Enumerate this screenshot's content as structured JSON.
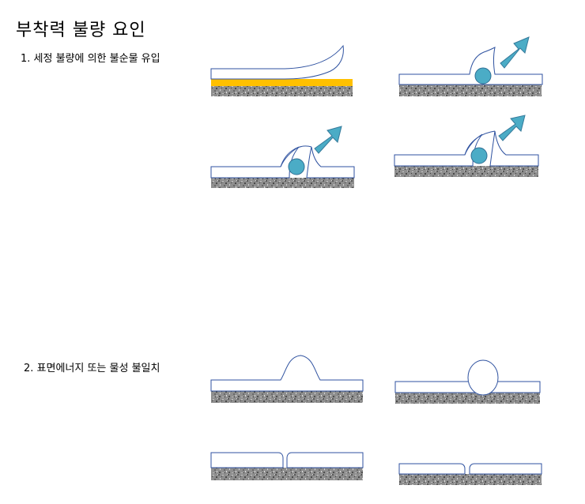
{
  "title": "부착력 불량 요인",
  "sections": [
    {
      "label": "1. 세정 불량에 의한 불순물 유입"
    },
    {
      "label": "2. 표면에너지 또는 물성 불일치"
    }
  ],
  "colors": {
    "film_stroke": "#2f52a0",
    "contaminant_layer": "#ffc000",
    "particle_fill": "#4bacc6",
    "particle_stroke": "#2f6f95",
    "arrow_fill": "#4bacc6",
    "arrow_stroke": "#357a9b",
    "substrate_base": "#8a8a8a"
  }
}
